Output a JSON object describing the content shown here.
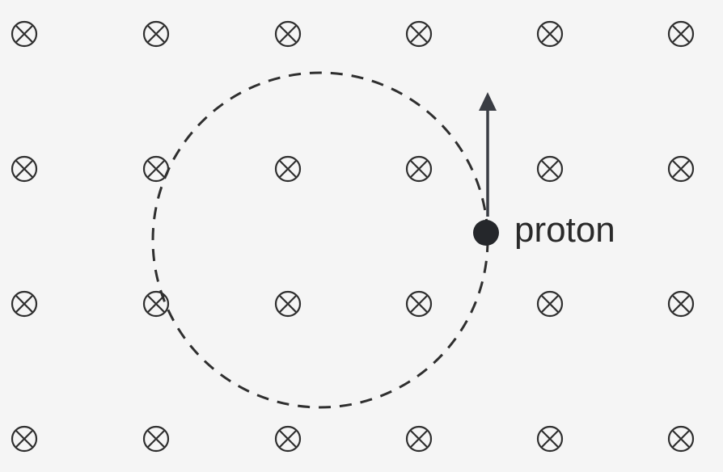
{
  "diagram": {
    "field_symbol": "into-page-cross-icon",
    "field_grid": {
      "rows": 4,
      "columns": 6
    },
    "particle_label": "proton",
    "colors": {
      "background": "#f5f5f5",
      "stroke": "#2f2f2f",
      "particle": "#25272b",
      "arrow": "#3a3d44",
      "text": "#2a2a2a"
    }
  }
}
